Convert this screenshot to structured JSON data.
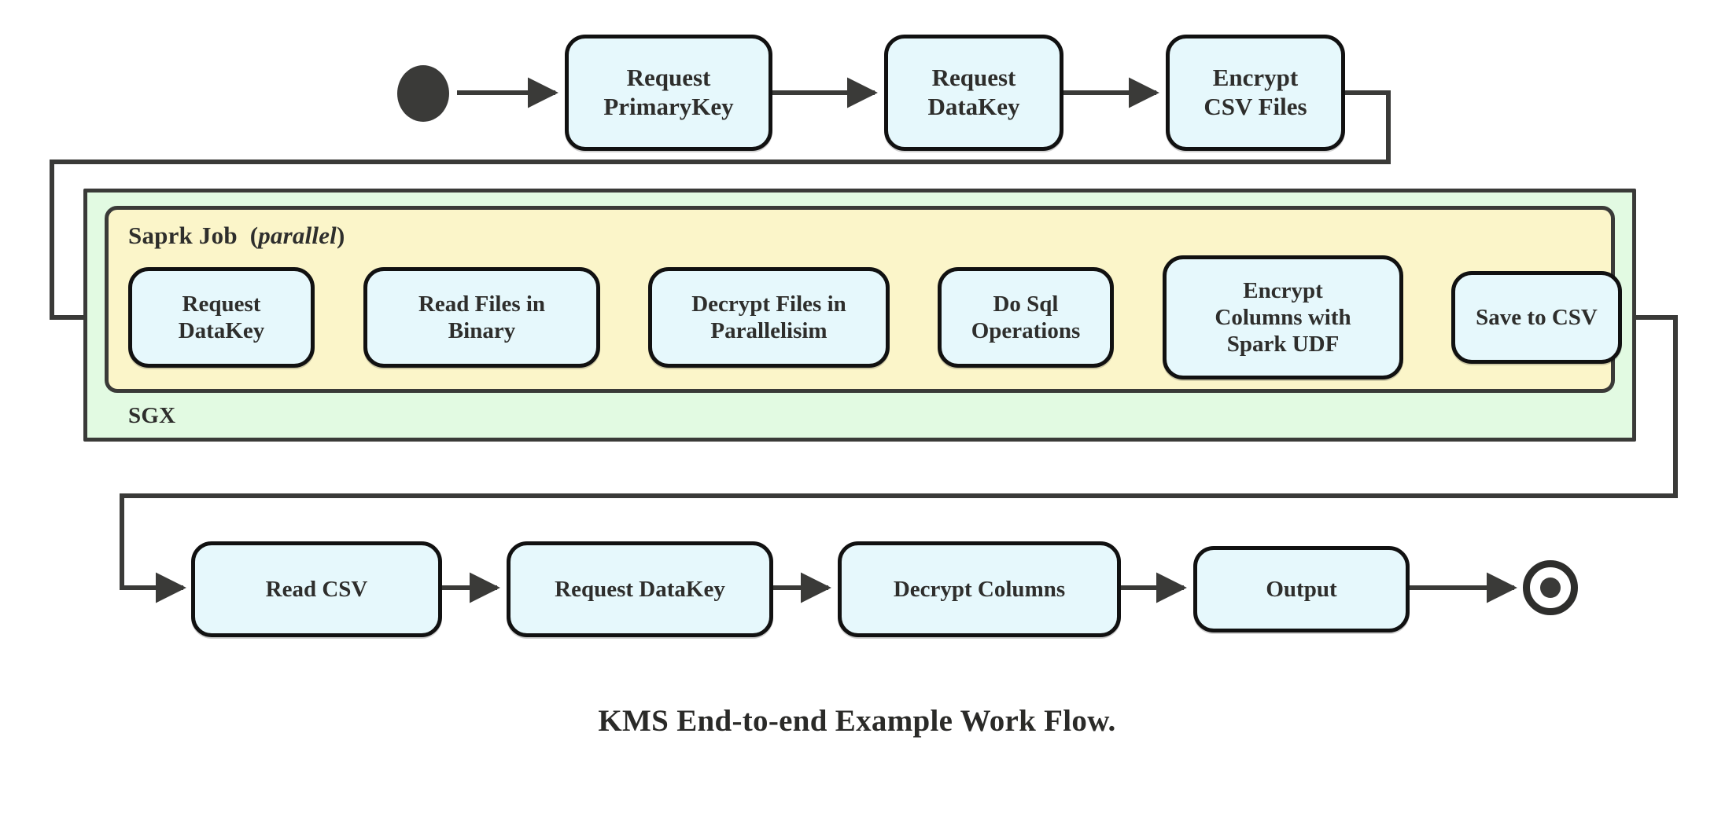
{
  "diagram": {
    "title": "KMS End-to-end Example Work Flow.",
    "colors": {
      "node_fill": "#e6f8fc",
      "node_stroke": "#111111",
      "sgx_fill": "#e2fae2",
      "spark_fill": "#fbf5c9",
      "container_stroke": "#3a3a38",
      "edge_stroke": "#3a3a38",
      "text": "#2e2e2c"
    },
    "start_node": {
      "name": "start"
    },
    "end_node": {
      "name": "end"
    },
    "containers": [
      {
        "id": "sgx",
        "label": "SGX",
        "label_suffix": "",
        "fill": "#e2fae2"
      },
      {
        "id": "spark-job",
        "label": "Saprk Job",
        "label_suffix": "(parallel)",
        "label_suffix_italic_text": "parallel",
        "fill": "#fbf5c9"
      }
    ],
    "rows": {
      "top": [
        {
          "id": "request-primarykey",
          "line1": "Request",
          "line2": "PrimaryKey"
        },
        {
          "id": "request-datakey-top",
          "line1": "Request",
          "line2": "DataKey"
        },
        {
          "id": "encrypt-csv-files",
          "line1": "Encrypt",
          "line2": "CSV Files"
        }
      ],
      "spark": [
        {
          "id": "request-datakey-spark",
          "line1": "Request",
          "line2": "DataKey",
          "line3": ""
        },
        {
          "id": "read-files-in-binary",
          "line1": "Read Files in",
          "line2": "Binary",
          "line3": ""
        },
        {
          "id": "decrypt-files-in-parallelisim",
          "line1": "Decrypt Files in",
          "line2": "Parallelisim",
          "line3": ""
        },
        {
          "id": "do-sql-operations",
          "line1": "Do Sql",
          "line2": "Operations",
          "line3": ""
        },
        {
          "id": "encrypt-columns-with-spark-udf",
          "line1": "Encrypt",
          "line2": "Columns with",
          "line3": "Spark UDF"
        },
        {
          "id": "save-to-csv",
          "line1": "Save to CSV",
          "line2": "",
          "line3": ""
        }
      ],
      "bottom": [
        {
          "id": "read-csv",
          "line1": "Read CSV"
        },
        {
          "id": "request-datakey-bottom",
          "line1": "Request DataKey"
        },
        {
          "id": "decrypt-columns",
          "line1": "Decrypt Columns"
        },
        {
          "id": "output",
          "line1": "Output"
        }
      ]
    },
    "labels": {
      "request_primarykey": "Request\nPrimaryKey",
      "request_datakey_top": "Request\nDataKey",
      "encrypt_csv_files": "Encrypt\nCSV Files",
      "request_datakey_spark": "Request\nDataKey",
      "read_files_in_binary": "Read Files in\nBinary",
      "decrypt_files_in_parallelisim": "Decrypt Files in\nParallelisim",
      "do_sql_operations": "Do Sql\nOperations",
      "encrypt_columns_with_spark_udf": "Encrypt\nColumns with\nSpark UDF",
      "save_to_csv": "Save to CSV",
      "read_csv": "Read CSV",
      "request_datakey_bottom": "Request DataKey",
      "decrypt_columns": "Decrypt Columns",
      "output": "Output",
      "sgx": "SGX",
      "spark_job": "Saprk Job",
      "spark_job_paren_open": "(",
      "spark_job_parallel": "parallel",
      "spark_job_paren_close": ")"
    }
  }
}
